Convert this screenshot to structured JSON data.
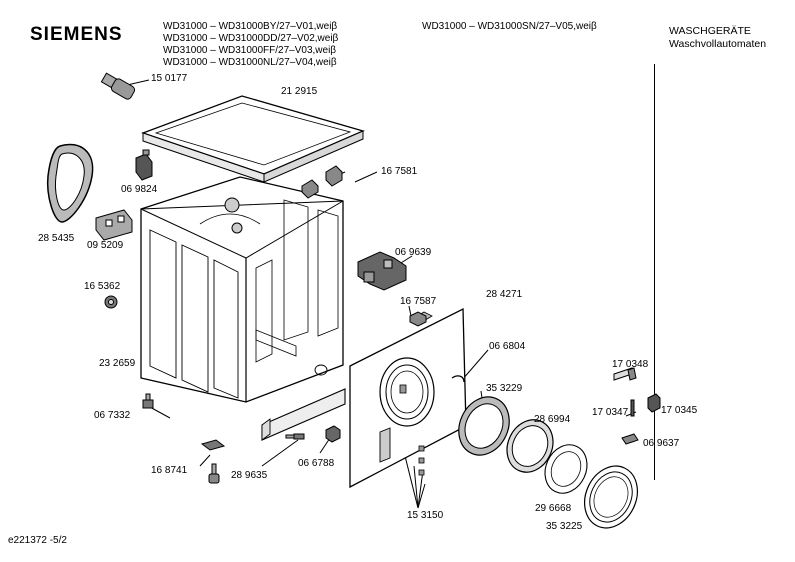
{
  "header": {
    "brand": "SIEMENS",
    "models_left": [
      "WD31000 – WD31000BY/27–V01,weiβ",
      "WD31000 – WD31000DD/27–V02,weiβ",
      "WD31000 – WD31000FF/27–V03,weiβ",
      "WD31000 – WD31000NL/27–V04,weiβ"
    ],
    "model_center": "WD31000 – WD31000SN/27–V05,weiβ",
    "category_line1": "WASCHGERÄTE",
    "category_line2": "Waschvollautomaten"
  },
  "parts": {
    "p150177": "15 0177",
    "p212915": "21 2915",
    "p285435": "28 5435",
    "p069824": "06 9824",
    "p167581": "16 7581",
    "p095209": "09 5209",
    "p069639": "06 9639",
    "p165362": "16 5362",
    "p167587": "16 7587",
    "p284271": "28 4271",
    "p066804": "06 6804",
    "p232659": "23 2659",
    "p353229": "35 3229",
    "p170348": "17 0348",
    "p067332": "06 7332",
    "p170347": "17 0347",
    "p170345": "17 0345",
    "p286994": "28 6994",
    "p069637": "06 9637",
    "p168741": "16 8741",
    "p289635": "28 9635",
    "p066788": "06 6788",
    "p153150": "15 3150",
    "p296668": "29 6668",
    "p353225": "35 3225"
  },
  "footer": {
    "code": "e221372   -5/2"
  }
}
